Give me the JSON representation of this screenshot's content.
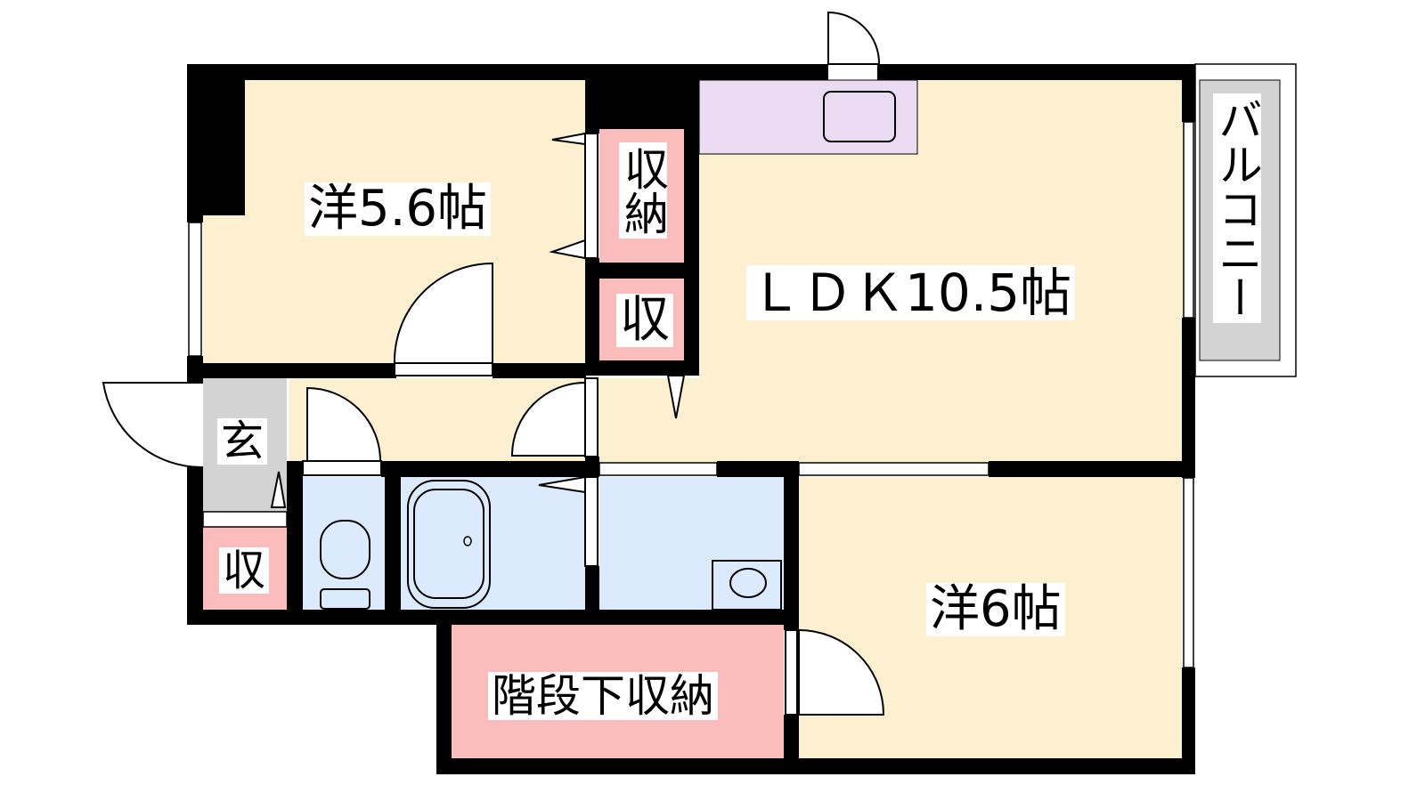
{
  "rooms": {
    "western_1": "洋5.6帖",
    "closet_1": "収納",
    "closet_2": "収",
    "ldk": "ＬＤＫ10.5帖",
    "balcony": "バルコニー",
    "entrance": "玄",
    "closet_3": "収",
    "under_stairs": "階段下収納",
    "western_2": "洋6帖"
  },
  "colors": {
    "room": "#fdf0d0",
    "storage": "#fbbcbc",
    "wet": "#dbeafd",
    "entrance": "#d3d3d3",
    "kitchen": "#ebdcf4",
    "wall": "#000000"
  }
}
